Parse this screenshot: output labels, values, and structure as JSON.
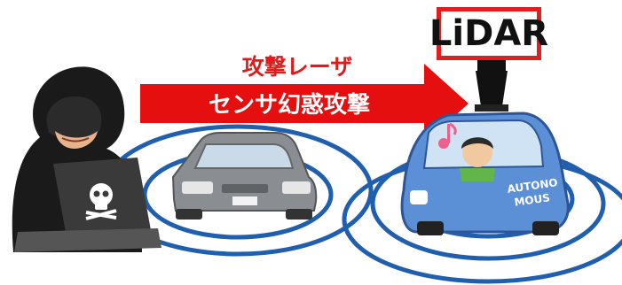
{
  "lidar": {
    "label": "LiDAR"
  },
  "attack": {
    "top_label": "攻撃レーザ",
    "arrow_label": "センサ幻惑攻撃"
  },
  "autonomous_car": {
    "line1": "AUTONO",
    "line2": "MOUS"
  },
  "colors": {
    "arrow_red": "#e60f0f",
    "ring_blue": "#1f5fae",
    "gray_car": "#8a8e92",
    "blue_car": "#5b8fd6"
  },
  "icons": [
    "hacker-icon",
    "laptop-icon",
    "skull-icon",
    "gray-car-icon",
    "autonomous-car-icon",
    "lidar-sensor-icon",
    "music-note-icon"
  ]
}
